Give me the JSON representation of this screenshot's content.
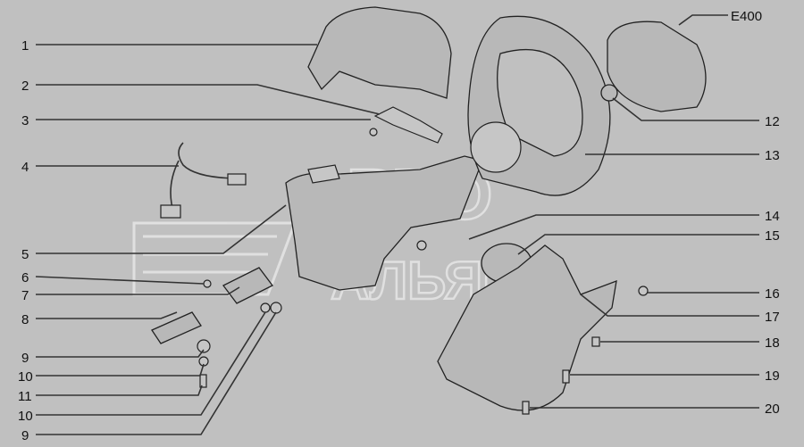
{
  "diagram": {
    "watermark": {
      "line1": "АВТО",
      "line2": "АЛЬЯНС"
    },
    "callouts_left": [
      "1",
      "2",
      "3",
      "4",
      "5",
      "6",
      "7",
      "8",
      "9",
      "10",
      "11",
      "10",
      "9"
    ],
    "callouts_right": [
      "E400",
      "12",
      "13",
      "14",
      "15",
      "16",
      "17",
      "18",
      "19",
      "20"
    ]
  }
}
